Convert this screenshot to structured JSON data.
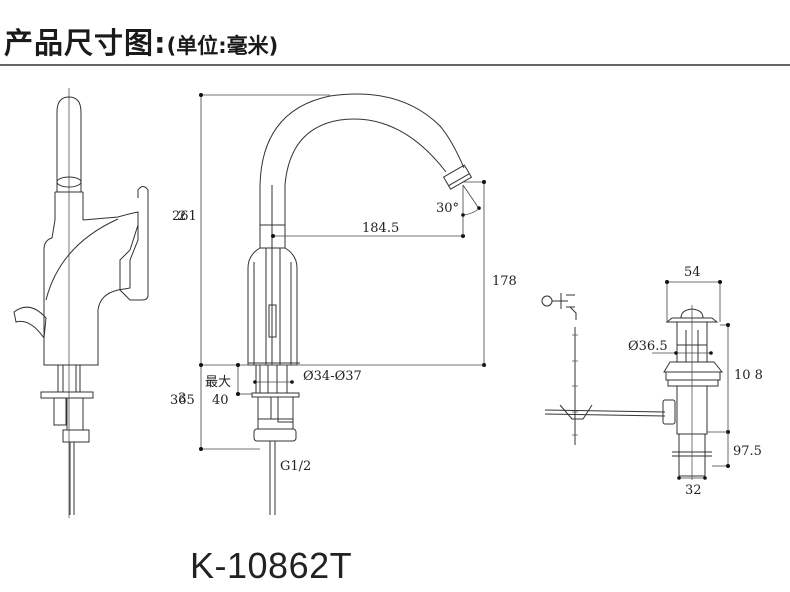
{
  "header": {
    "title": "产品尺寸图",
    "separator": ":",
    "unit_note": "(单位:毫米)"
  },
  "drawing": {
    "side_view": {
      "labels": [
        "2",
        "3"
      ]
    },
    "front_view": {
      "dimensions": {
        "total_height": "261",
        "spout_reach": "184.5",
        "spout_angle": "30°",
        "spout_clearance": "178",
        "below_deck_height": "365",
        "max_deck_thickness_label": "最大",
        "max_deck_thickness": "40",
        "hole_diameter": "Ø34-Ø37",
        "thread": "G1/2"
      }
    },
    "drain_view": {
      "dimensions": {
        "flange_width": "54",
        "body_diameter": "Ø36.5",
        "total_length": "10 8",
        "tail_length": "97.5",
        "tail_diameter": "32"
      }
    }
  },
  "footer": {
    "model": "K-10862T"
  }
}
